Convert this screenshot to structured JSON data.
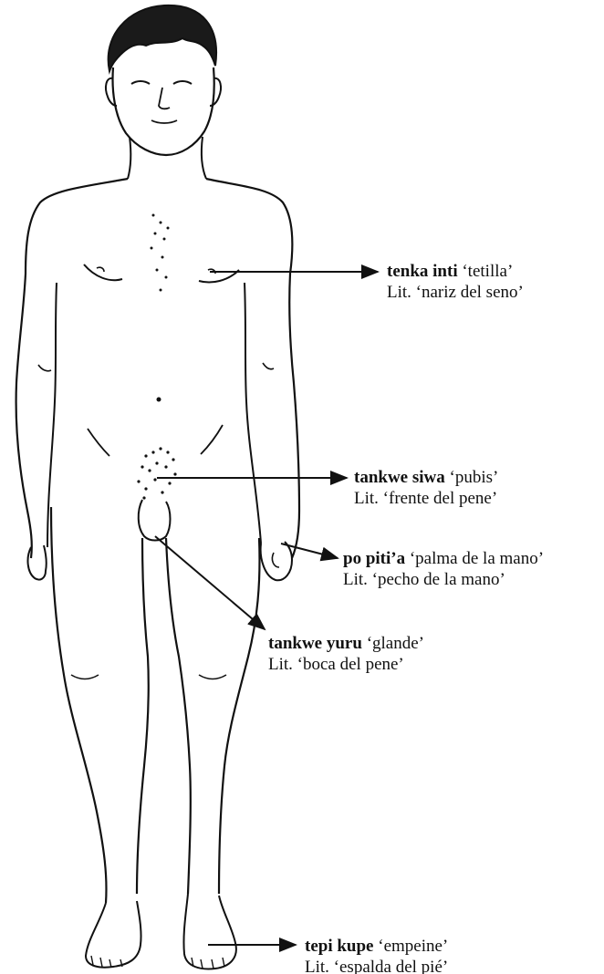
{
  "labels": [
    {
      "term": "tenka inti",
      "gloss": "‘tetilla’",
      "literal": "Lit. ‘nariz del seno’"
    },
    {
      "term": "tankwe siwa",
      "gloss": "‘pubis’",
      "literal": "Lit. ‘frente del pene’"
    },
    {
      "term": "po piti’a",
      "gloss": "‘palma de la mano’",
      "literal": "Lit. ‘pecho de la mano’"
    },
    {
      "term": "tankwe yuru",
      "gloss": "‘glande’",
      "literal": "Lit. ‘boca del pene’"
    },
    {
      "term": "tepi kupe",
      "gloss": "‘empeine’",
      "literal": "Lit. ‘espalda del pié’"
    }
  ],
  "colors": {
    "ink": "#111111",
    "background": "#ffffff"
  }
}
